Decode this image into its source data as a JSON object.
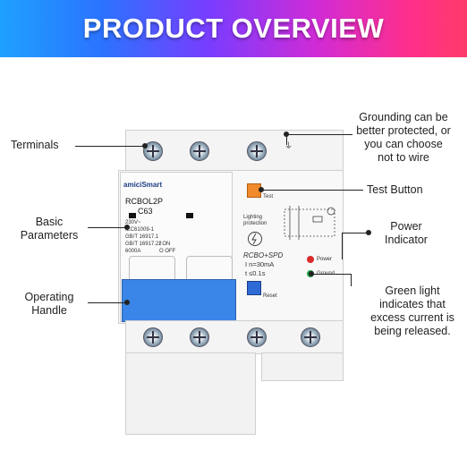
{
  "banner": {
    "title": "PRODUCT OVERVIEW"
  },
  "callouts": {
    "terminals": "Terminals",
    "basic_parameters_line1": "Basic",
    "basic_parameters_line2": "Parameters",
    "operating_handle_line1": "Operating",
    "operating_handle_line2": "Handle",
    "grounding_line1": "Grounding can be",
    "grounding_line2": "better protected, or",
    "grounding_line3": "you can choose",
    "grounding_line4": "not to wire",
    "test_button": "Test Button",
    "power_indicator_line1": "Power",
    "power_indicator_line2": "Indicator",
    "green_light_line1": "Green light",
    "green_light_line2": "indicates that",
    "green_light_line3": "excess current is",
    "green_light_line4": "being released."
  },
  "device": {
    "brand": "amiciSmart",
    "model": "RCBOL2P",
    "rating": "C63",
    "spec_lines": [
      "230V~",
      "IEC61009-1",
      "GB/T 16917.1",
      "GB/T 16917.22",
      "6000A"
    ],
    "on_label": "I ON",
    "off_label": "O OFF",
    "test_label": "Test",
    "lighting_label": "Lighting protection",
    "rcbo_label": "RCBO+SPD",
    "trip_current": "I  n=30mA",
    "trip_time": "t  ≤0.1s",
    "power_label": "Power",
    "ground_label": "Ground",
    "reset_label": "Reset"
  },
  "colors": {
    "handle": "#3a86e8",
    "test_button": "#f08a2b",
    "power_led": "#d92b2b",
    "ground_led": "#1fa34a"
  }
}
